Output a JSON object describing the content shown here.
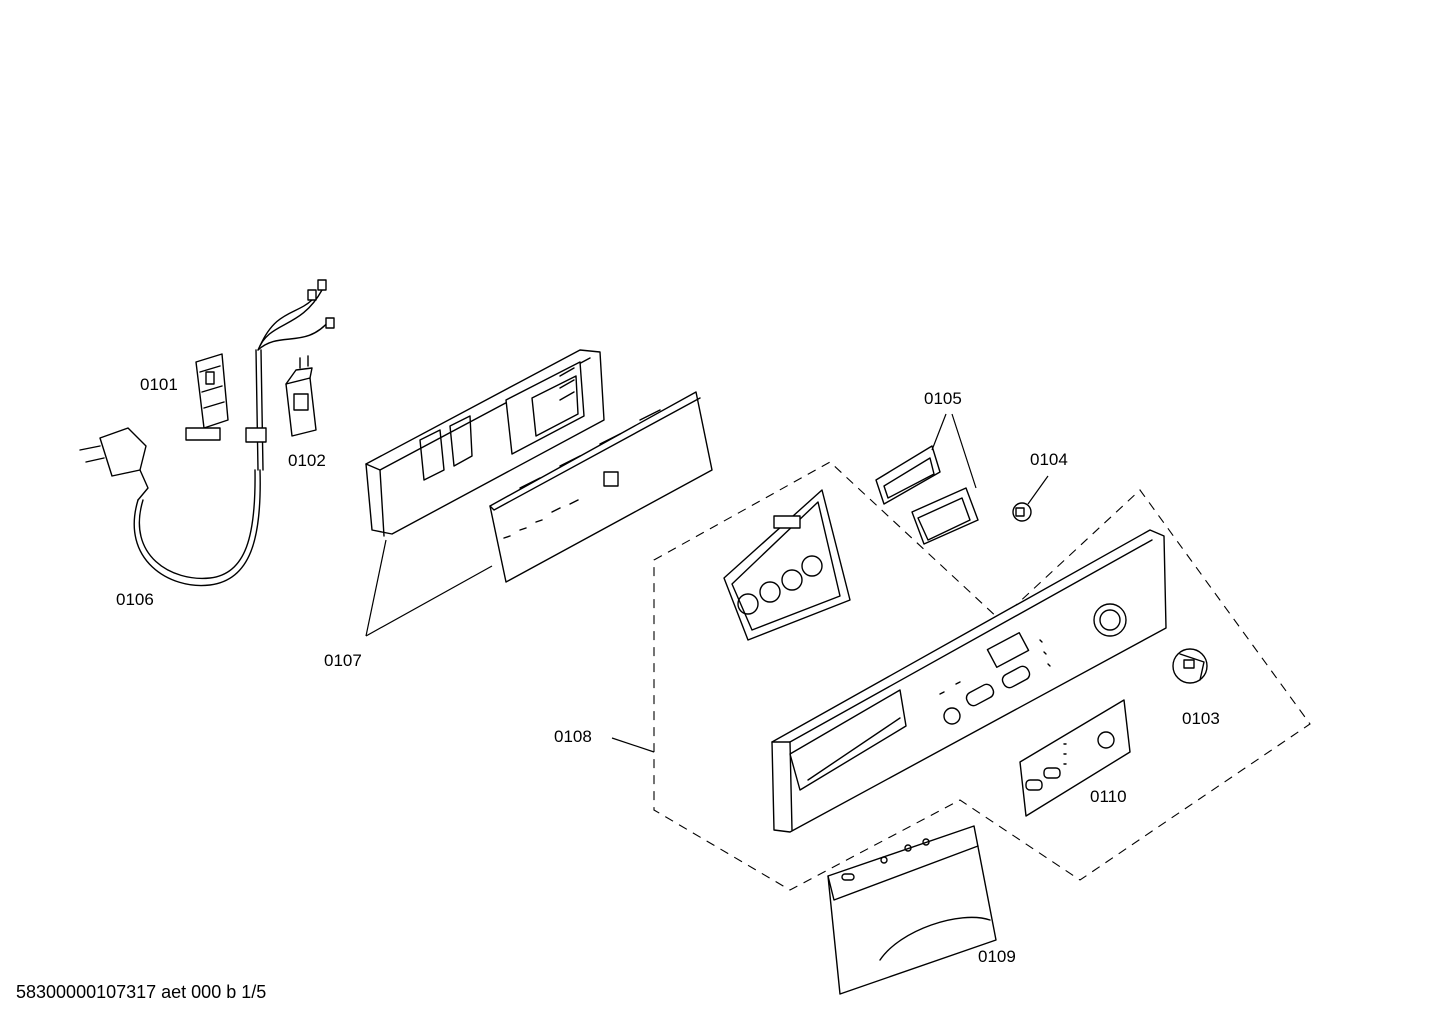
{
  "parts": {
    "p0101": "0101",
    "p0102": "0102",
    "p0103": "0103",
    "p0104": "0104",
    "p0105": "0105",
    "p0106": "0106",
    "p0107": "0107",
    "p0108": "0108",
    "p0109": "0109",
    "p0110": "0110"
  },
  "footer": {
    "code": "58300000107317 aet 000 b 1/5"
  }
}
